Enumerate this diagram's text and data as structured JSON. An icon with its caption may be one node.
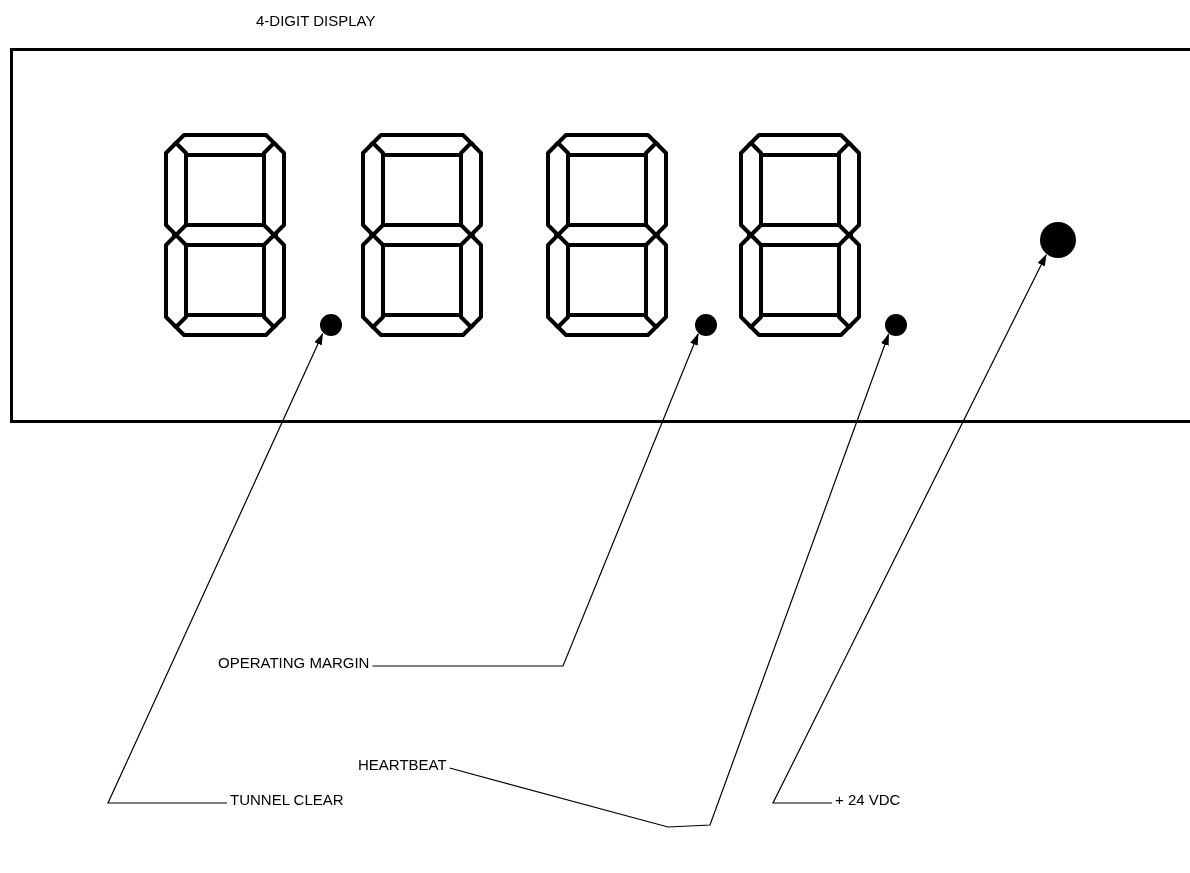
{
  "diagram": {
    "nodes": [
      {
        "text": [
          "4-DIGIT DISPLAY"
        ]
      },
      {
        "text": [],
        "shape": "circle",
        "in": 0
      },
      {
        "text": [],
        "shape": "circle",
        "in": 0
      },
      {
        "text": [],
        "shape": "circle",
        "in": 0
      },
      {
        "text": [],
        "shape": "circle",
        "in": 0
      },
      {
        "text": [
          "OPERATING MARGIN"
        ]
      },
      {
        "text": [
          "HEARTBEAT"
        ]
      },
      {
        "text": [
          "TUNNEL CLEAR"
        ]
      },
      {
        "text": [
          "+ 24 VDC"
        ]
      }
    ],
    "edges": [
      {
        "from": 7,
        "to": 1,
        "arrow": "to"
      },
      {
        "from": 5,
        "to": 2,
        "arrow": "to"
      },
      {
        "from": 6,
        "to": 3,
        "arrow": "to"
      },
      {
        "from": 8,
        "to": 4,
        "arrow": "to"
      }
    ]
  }
}
